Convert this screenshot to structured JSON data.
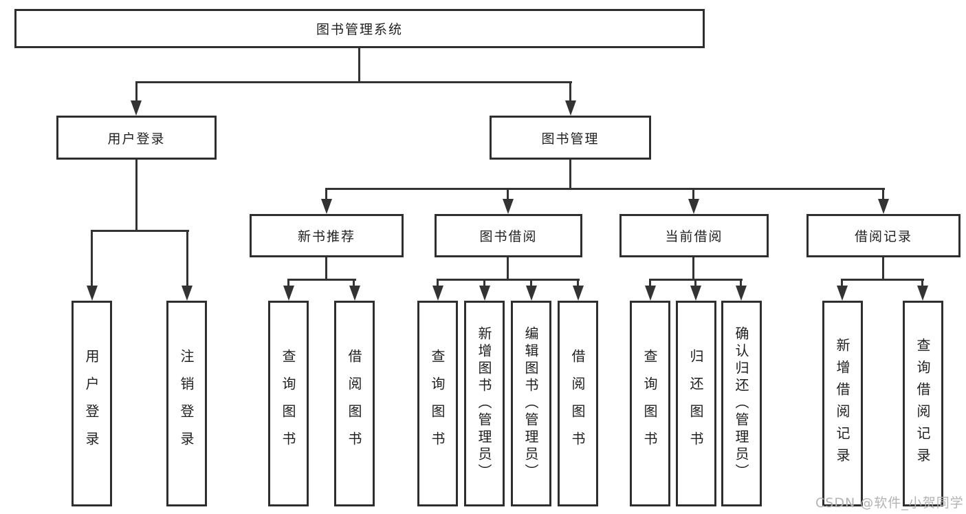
{
  "tree": {
    "root": {
      "label": "图书管理系统"
    },
    "branches": [
      {
        "label": "用户登录",
        "children": [
          {
            "label": "用户登录"
          },
          {
            "label": "注销登录"
          }
        ]
      },
      {
        "label": "图书管理",
        "children": [
          {
            "label": "新书推荐",
            "children": [
              {
                "label": "查询图书"
              },
              {
                "label": "借阅图书"
              }
            ]
          },
          {
            "label": "图书借阅",
            "children": [
              {
                "label": "查询图书"
              },
              {
                "label": "新增图书（管理员）"
              },
              {
                "label": "编辑图书（管理员）"
              },
              {
                "label": "借阅图书"
              }
            ]
          },
          {
            "label": "当前借阅",
            "children": [
              {
                "label": "查询图书"
              },
              {
                "label": "归还图书"
              },
              {
                "label": "确认归还（管理员）"
              }
            ]
          },
          {
            "label": "借阅记录",
            "children": [
              {
                "label": "新增借阅记录"
              },
              {
                "label": "查询借阅记录"
              }
            ]
          }
        ]
      }
    ]
  },
  "watermark": "CSDN @软件_小贺同学",
  "colors": {
    "line": "#333333",
    "box_border": "#2e2e2e",
    "text": "#1f1f1f",
    "watermark": "#b3b3b3",
    "background": "#ffffff"
  }
}
